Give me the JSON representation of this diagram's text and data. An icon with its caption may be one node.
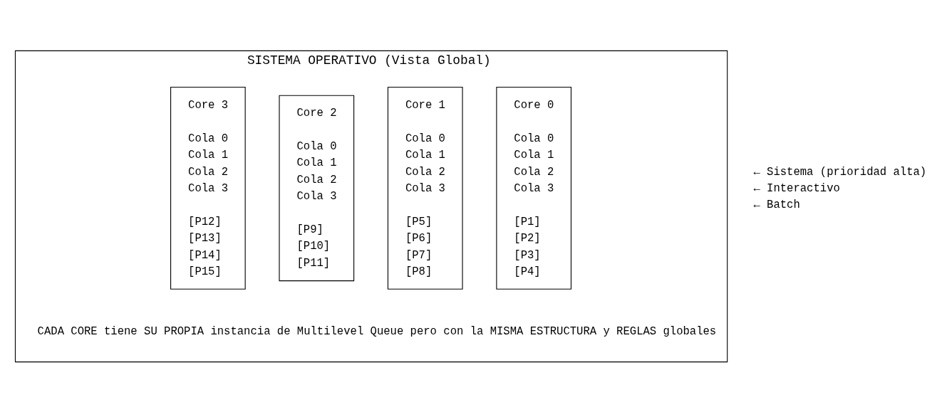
{
  "diagram": {
    "nodes": [
      {
        "text": [
          "SISTEMA OPERATIVO (Vista Global)",
          "CADA CORE tiene SU PROPIA instancia de Multilevel Queue pero con la MISMA ESTRUCTURA y REGLAS globales"
        ]
      },
      {
        "text": [
          "Core 0",
          "Cola 0",
          "Cola 1",
          "Cola 2",
          "Cola 3",
          "[P1]",
          "[P2]",
          "[P3]",
          "[P4]"
        ],
        "in": 0
      },
      {
        "text": [
          "Core 1",
          "Cola 0",
          "Cola 1",
          "Cola 2",
          "Cola 3",
          "[P5]",
          "[P6]",
          "[P7]",
          "[P8]"
        ],
        "in": 0
      },
      {
        "text": [
          "Core 2",
          "Cola 0",
          "Cola 1",
          "Cola 2",
          "Cola 3",
          "[P9]",
          "[P10]",
          "[P11]"
        ],
        "in": 0
      },
      {
        "text": [
          "Core 3",
          "Cola 0",
          "Cola 1",
          "Cola 2",
          "Cola 3",
          "[P12]",
          "[P13]",
          "[P14]",
          "[P15]"
        ],
        "in": 0
      }
    ],
    "edges": [],
    "labels": [
      "← Sistema (prioridad alta)",
      "← Interactivo",
      "← Batch"
    ]
  }
}
